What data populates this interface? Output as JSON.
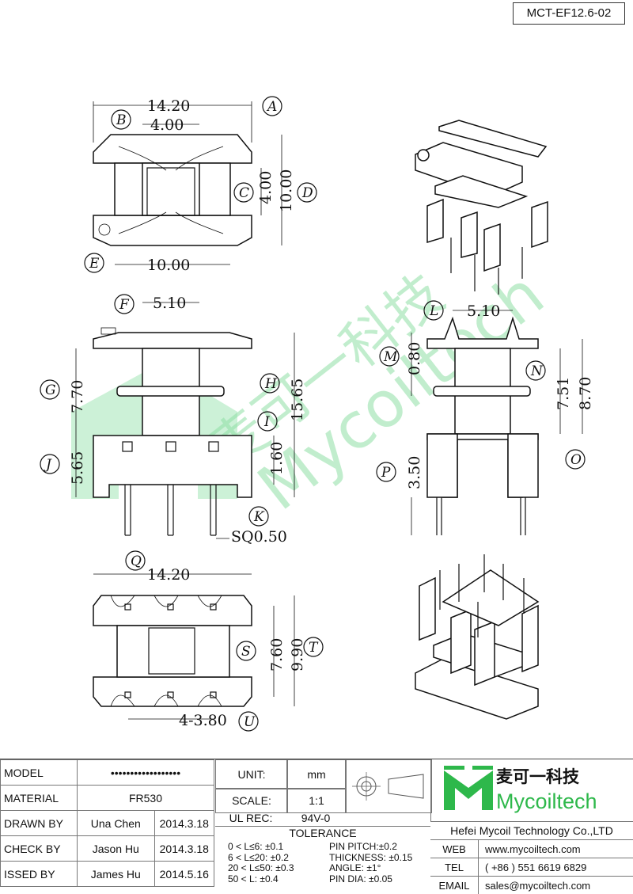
{
  "drawing_code": "MCT-EF12.6-02",
  "dims": {
    "top_width": "14.20",
    "top_slot": "4.00",
    "top_core_h": "4.00",
    "top_total_h": "10.00",
    "top_base": "10.00",
    "side_w": "5.10",
    "side_upper": "7.70",
    "side_total": "15.65",
    "side_lower": "5.65",
    "side_mid": "1.60",
    "pin_sq": "SQ0.50",
    "right_w": "5.10",
    "right_top": "0.80",
    "right_a": "7.51",
    "right_b": "8.70",
    "right_pin": "3.50",
    "bottom_width": "14.20",
    "bottom_core": "7.60",
    "bottom_total": "9.90",
    "pin_pitch": "4-3.80"
  },
  "callouts": [
    "A",
    "B",
    "C",
    "D",
    "E",
    "F",
    "G",
    "H",
    "I",
    "J",
    "K",
    "L",
    "M",
    "N",
    "O",
    "P",
    "Q",
    "S",
    "T",
    "U"
  ],
  "watermark": {
    "cn": "麦可一科技",
    "en": "Mycoiltech"
  },
  "title_block": {
    "rows": [
      {
        "label": "MODEL",
        "value": "••••••••••••••••••",
        "date": ""
      },
      {
        "label": "MATERIAL",
        "value": "FR530",
        "date": ""
      },
      {
        "label": "DRAWN BY",
        "value": "Una Chen",
        "date": "2014.3.18"
      },
      {
        "label": "CHECK BY",
        "value": "Jason Hu",
        "date": "2014.3.18"
      },
      {
        "label": "ISSED BY",
        "value": "James Hu",
        "date": "2014.5.16"
      }
    ],
    "unit_label": "UNIT:",
    "unit_value": "mm",
    "scale_label": "SCALE:",
    "scale_value": "1:1",
    "ul_label": "UL REC:",
    "ul_value": "94V-0",
    "tolerance_title": "TOLERANCE",
    "tol_left": [
      "0 < L≤6: ±0.1",
      "6 < L≤20: ±0.2",
      "20 < L≤50: ±0.3",
      "50 < L: ±0.4"
    ],
    "tol_right": [
      "PIN PITCH:±0.2",
      "THICKNESS: ±0.15",
      "ANGLE: ±1°",
      "PIN DIA: ±0.05"
    ],
    "company_cn": "麦可一科技",
    "company_en": "Mycoiltech",
    "company_full": "Hefei Mycoil Technology Co.,LTD",
    "contact": [
      {
        "key": "WEB",
        "value": "www.mycoiltech.com"
      },
      {
        "key": "TEL",
        "value": "( +86 ) 551 6619 6829"
      },
      {
        "key": "EMAIL",
        "value": "sales@mycoiltech.com"
      }
    ],
    "logo_color": "#2eb84b"
  }
}
